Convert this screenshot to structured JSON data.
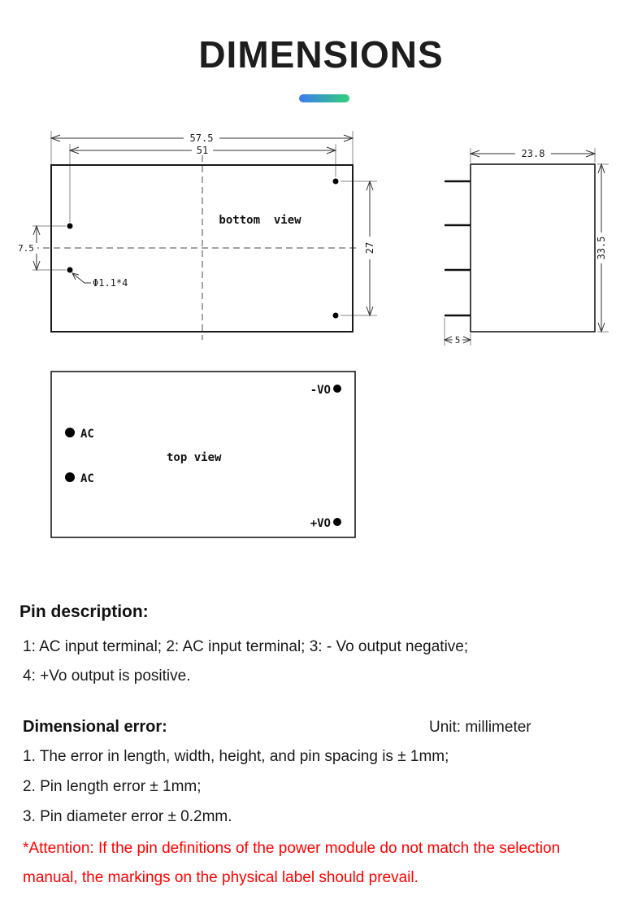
{
  "title": "DIMENSIONS",
  "accent": {
    "pill_blue": "#3d7bf0",
    "pill_green": "#31d07a"
  },
  "drawings": {
    "bottom_view": {
      "label": "bottom  view",
      "dim_overall_width": "57.5",
      "dim_pin_span": "51",
      "dim_left_pin_pitch": "7.5",
      "dim_right_pin_pitch": "27",
      "pin_hole_note": "Φ1.1*4"
    },
    "side_view": {
      "dim_depth": "23.8",
      "dim_height": "33.5",
      "dim_pin_length": "5"
    },
    "top_view": {
      "label": "top view",
      "pin_vo_neg": "-VO",
      "pin_ac_top": "AC",
      "pin_ac_bottom": "AC",
      "pin_vo_pos": "+VO"
    }
  },
  "pin_description": {
    "heading": "Pin description:",
    "line1": "1: AC input terminal; 2: AC input terminal; 3: - Vo output negative;",
    "line2": "4: +Vo output is positive."
  },
  "dimensional_error": {
    "heading": "Dimensional error:",
    "unit_label": "Unit: millimeter",
    "item1": "1. The error in length, width, height, and pin spacing is ± 1mm;",
    "item2": "2. Pin length error ± 1mm;",
    "item3": "3. Pin diameter error ± 0.2mm."
  },
  "attention": {
    "color": "#ff0000",
    "line1": "*Attention: If the pin definitions of the power module do not match the selection",
    "line2": "manual, the markings on the physical label should prevail."
  }
}
